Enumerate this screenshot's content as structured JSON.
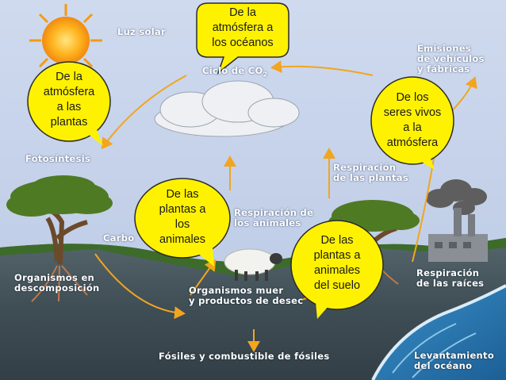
{
  "labels": {
    "luz_solar": "Luz solar",
    "ciclo_co2": "Ciclo de CO",
    "ciclo_sub": "2",
    "emisiones": "Emisiones\nde vehículos\ny fábricas",
    "fotosintesis": "Fotosíntesis",
    "resp_plantas": "Respiración\nde las plantas",
    "resp_animales": "Respiración de\nlos animales",
    "carbono": "Carbo",
    "org_descomp": "Organismos en\ndescomposición",
    "org_muertos": "Organismos muer\ny productos de desec",
    "resp_raices": "Respiración\nde las raíces",
    "fosiles": "Fósiles y combustible de fósiles",
    "levantamiento": "Levantamiento\ndel océano"
  },
  "bubbles": {
    "atm_oceanos": [
      "De la",
      "atmósfera a",
      "los océanos"
    ],
    "atm_plantas": [
      "De la",
      "atmósfera",
      "a las",
      "plantas"
    ],
    "seres_atm": [
      "De los",
      "seres vivos",
      "a la",
      "atmósfera"
    ],
    "plantas_animales": [
      "De las",
      "plantas a",
      "los",
      "animales"
    ],
    "plantas_suelo": [
      "De las",
      "plantas a",
      "animales",
      "del suelo"
    ]
  },
  "colors": {
    "sky": "#c9d6ec",
    "bubble": "#fff200",
    "arrow": "#f2a51e",
    "soil": "#4a5a62"
  }
}
